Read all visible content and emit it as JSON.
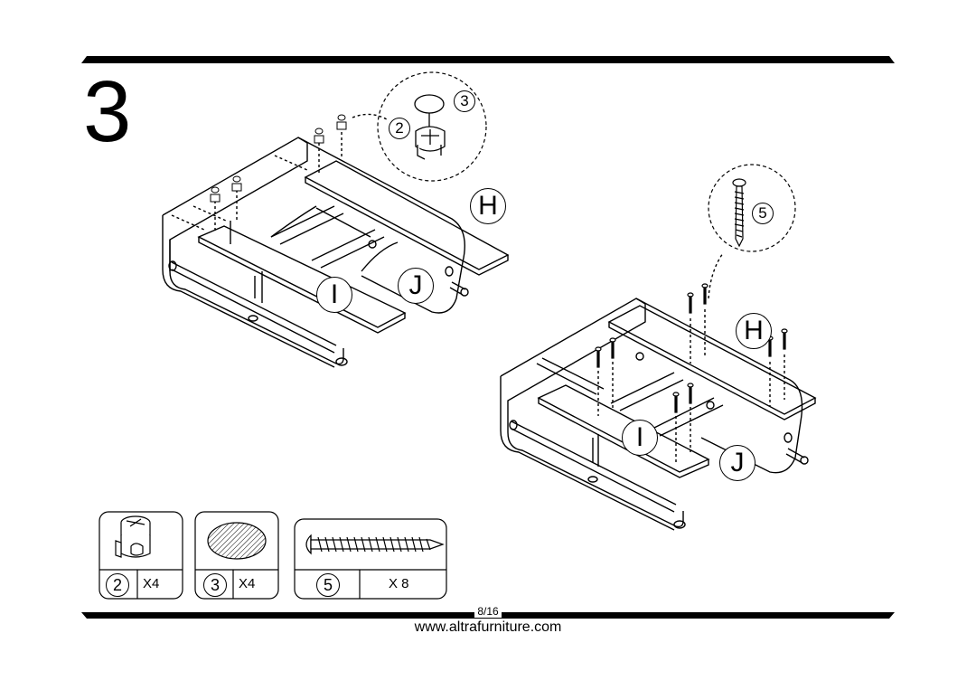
{
  "step": {
    "number": "3"
  },
  "part_labels": {
    "H": "H",
    "I": "I",
    "J": "J"
  },
  "callouts": {
    "cam_lock": "2",
    "cap": "3",
    "screw": "5"
  },
  "hardware": [
    {
      "id": "2",
      "qty": "X4",
      "icon": "cam-lock-icon"
    },
    {
      "id": "3",
      "qty": "X4",
      "icon": "cap-icon"
    },
    {
      "id": "5",
      "qty": "X 8",
      "icon": "screw-icon"
    }
  ],
  "footer": {
    "page": "8/16",
    "url": "www.altrafurniture.com"
  }
}
